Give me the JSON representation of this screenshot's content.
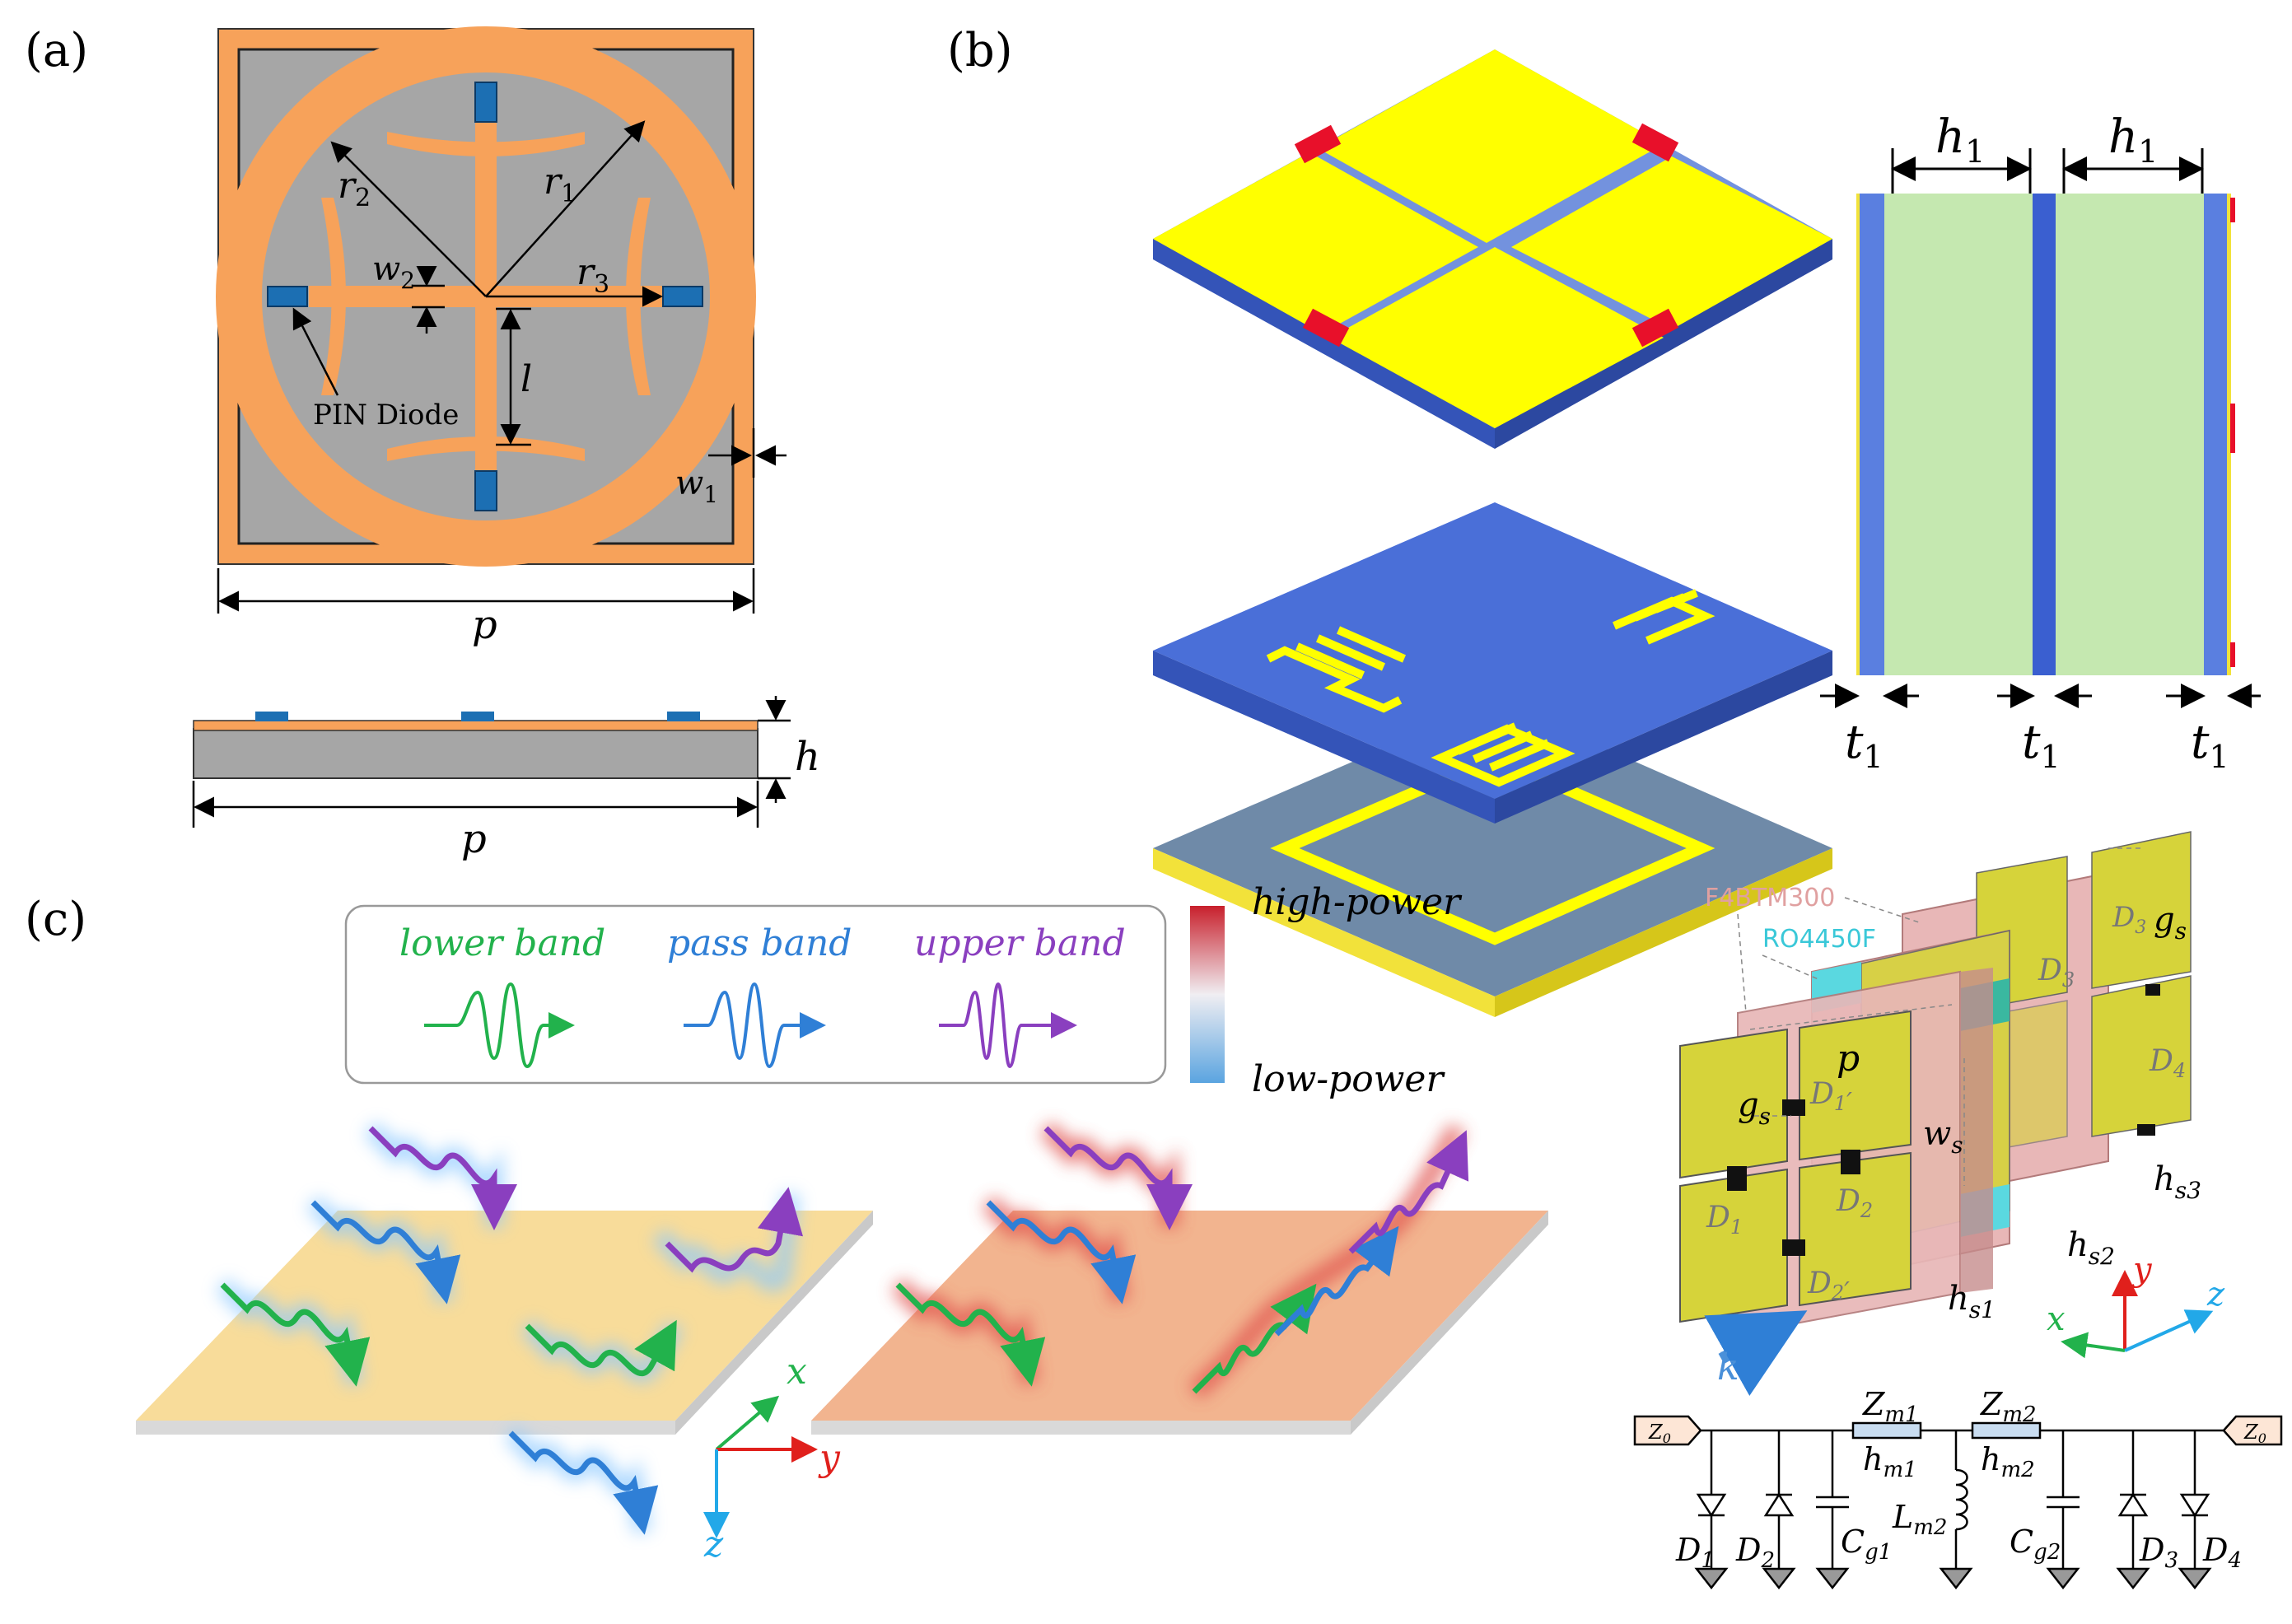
{
  "panel_a": {
    "label": "(a)",
    "r1": "r",
    "r1_sub": "1",
    "r2": "r",
    "r2_sub": "2",
    "r3": "r",
    "r3_sub": "3",
    "w2": "w",
    "w2_sub": "2",
    "w1": "w",
    "w1_sub": "1",
    "l": "l",
    "pin": "PIN Diode",
    "p_top": "p",
    "p_bottom": "p",
    "h": "h"
  },
  "panel_b": {
    "label": "(b)",
    "h1": "h",
    "h1_sub": "1",
    "t1": "t",
    "t1_sub": "1"
  },
  "panel_c": {
    "label": "(c)",
    "lower_band": "lower band",
    "pass_band": "pass band",
    "upper_band": "upper band",
    "high_power": "high-power",
    "low_power": "low-power",
    "axis_x": "x",
    "axis_y": "y",
    "axis_z": "z"
  },
  "panel_d": {
    "f4": "F4BTM300",
    "ro": "RO4450F",
    "gs": "g",
    "gs_sub": "s",
    "p": "p",
    "ws": "w",
    "ws_sub": "s",
    "hs1": "h",
    "hs1_sub": "s1",
    "hs2": "h",
    "hs2_sub": "s2",
    "hs3": "h",
    "hs3_sub": "s3",
    "d1": "D",
    "d1_sub": "1",
    "d2": "D",
    "d2_sub": "2",
    "d1p": "D",
    "d1p_sub": "1",
    "d2p": "D",
    "d2p_sub": "2",
    "d3": "D",
    "d3_sub": "3",
    "d4": "D",
    "d4_sub": "4",
    "k": "k",
    "ax_x": "x",
    "ax_y": "y",
    "ax_z": "z"
  },
  "circuit": {
    "z0": "Z",
    "z0_sub": "0",
    "zm1": "Z",
    "zm1_sub": "m1",
    "zm2": "Z",
    "zm2_sub": "m2",
    "hm1": "h",
    "hm1_sub": "m1",
    "hm2": "h",
    "hm2_sub": "m2",
    "lm2": "L",
    "lm2_sub": "m2",
    "cg1": "C",
    "cg1_sub": "g1",
    "cg2": "C",
    "cg2_sub": "g2",
    "d1": "D",
    "d1_sub": "1",
    "d2": "D",
    "d2_sub": "2",
    "d3": "D",
    "d3_sub": "3",
    "d4": "D",
    "d4_sub": "4"
  },
  "colors": {
    "copper": "#f7a25a",
    "substrate_gray": "#a6a6a6",
    "diode_blue": "#1c6fb3",
    "patch_yellow": "#ffff00",
    "substrate_blue": "#4a6fd8",
    "sub_green": "#c5e8b0",
    "lower": "#22b24c",
    "pass": "#2f7fd6",
    "upper": "#8a3fbf",
    "board_low": "#f8dc9a",
    "board_high": "#f2b48f",
    "cell_yellow": "#d6d33a",
    "cell_pink": "#e8b7b7",
    "cell_cyan": "#5ad8e0"
  }
}
